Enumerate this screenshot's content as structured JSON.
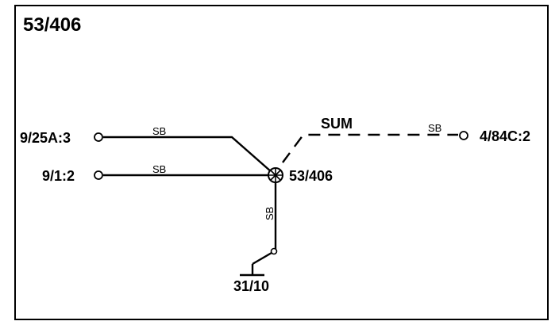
{
  "diagram": {
    "title": "53/406",
    "connectors": {
      "left_top": "9/25A:3",
      "left_bottom": "9/1:2",
      "right": "4/84C:2",
      "ground": "31/10",
      "splice": "53/406"
    },
    "wire_labels": {
      "top_wire": "SB",
      "bottom_wire": "SB",
      "right_wire": "SB",
      "vertical_wire": "SB"
    },
    "dashed_label": "SUM"
  }
}
